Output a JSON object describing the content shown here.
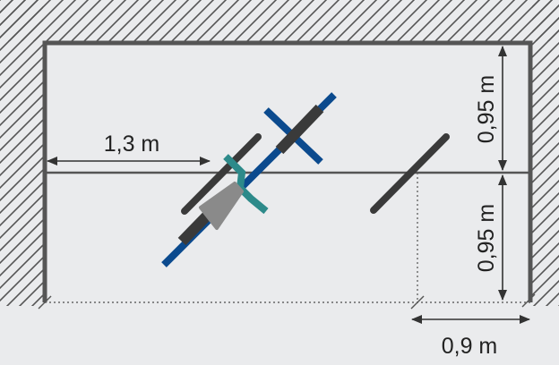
{
  "diagram": {
    "dimensions": {
      "left_distance": "1,3 m",
      "top_half": "0,95 m",
      "bottom_half": "0,95 m",
      "right_spacing": "0,9 m"
    },
    "colors": {
      "background": "#eaebed",
      "room_wall": "#555555",
      "wall_hatch": "#555555",
      "dimension_line": "#333333",
      "dotted_line": "#666666",
      "bicycle_frame": "#0b4a8e",
      "bicycle_wheel": "#3a3a3a",
      "pedal_crank": "#2d8a8a",
      "saddle": "#8a8a8a"
    },
    "icons": {
      "bicycle": "bicycle-top-view-icon",
      "cross_marker": "x-marker-icon"
    }
  }
}
